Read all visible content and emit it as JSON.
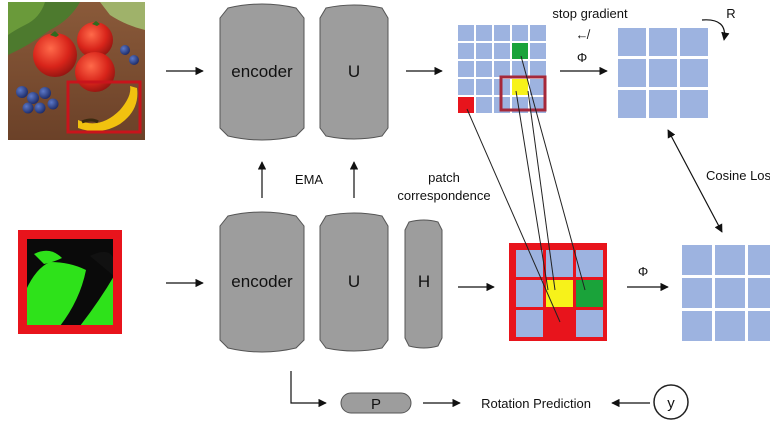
{
  "diagram": {
    "top_branch": {
      "encoder_label": "encoder",
      "u_label": "U"
    },
    "bottom_branch": {
      "encoder_label": "encoder",
      "u_label": "U",
      "h_label": "H"
    },
    "labels": {
      "ema": "EMA",
      "patch_correspondence_line1": "patch",
      "patch_correspondence_line2": "correspondence",
      "stop_gradient": "stop gradient",
      "stop_gradient_symbol": "↚",
      "phi_top": "Φ",
      "phi_bottom": "Φ",
      "rotation_R": "R",
      "cosine_loss": "Cosine Loss",
      "p_label": "P",
      "rotation_prediction": "Rotation Prediction",
      "y_label": "y"
    },
    "colors": {
      "block_gray": "#9d9d9d",
      "grid_cell_blue": "#9db3e0",
      "highlight_red": "#e8141c",
      "highlight_green": "#1aa33a",
      "highlight_yellow": "#f7f21a",
      "box_crimson": "#a5283a"
    }
  }
}
